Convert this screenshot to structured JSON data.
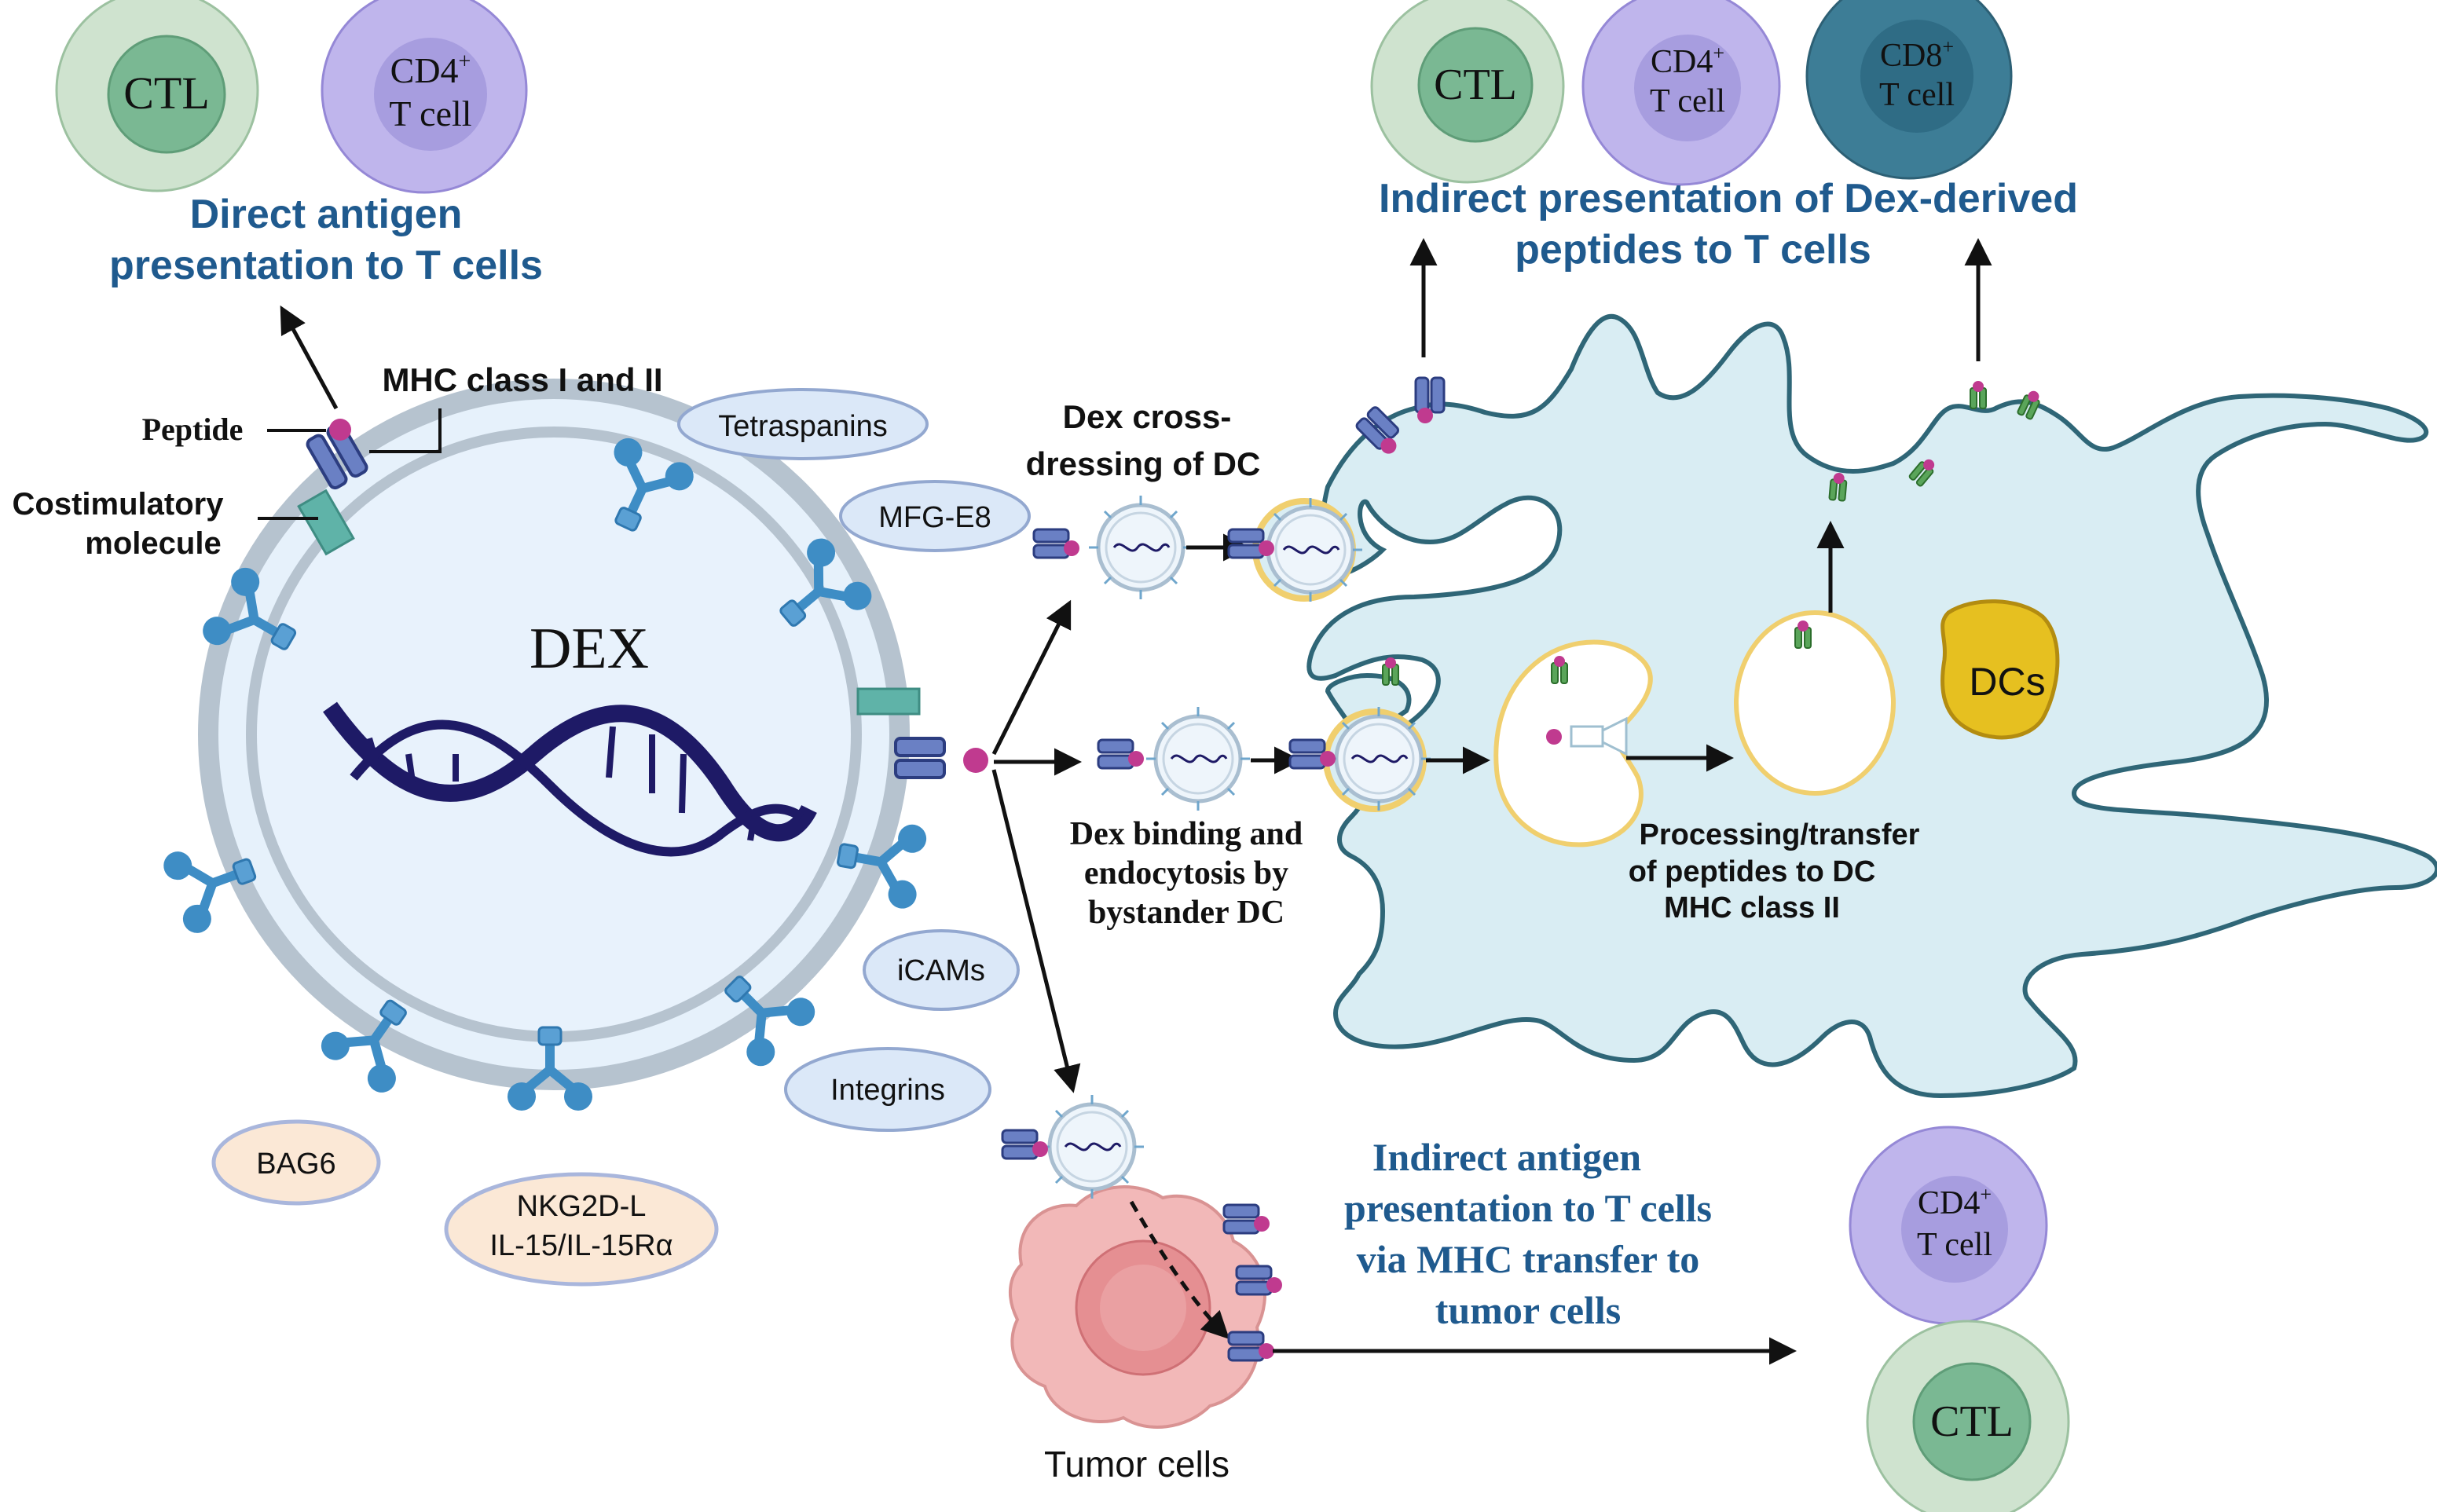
{
  "cells": {
    "ctl": "CTL",
    "cd4_main": "CD4",
    "cd8_main": "CD8",
    "sup": "+",
    "tcell": "T cell"
  },
  "exosome": {
    "label": "DEX",
    "peptide": "Peptide",
    "mhc": "MHC class I and II",
    "costim_1": "Costimulatory",
    "costim_2": "molecule",
    "molecules": {
      "tetraspanins": "Tetraspanins",
      "mfge8": "MFG-E8",
      "icams": "iCAMs",
      "integrins": "Integrins",
      "bag6": "BAG6",
      "nkg2d_1": "NKG2D-L",
      "nkg2d_2": "IL-15/IL-15Rα"
    }
  },
  "direct": {
    "line1": "Direct antigen",
    "line2": "presentation to T cells"
  },
  "indirect_dex": {
    "line1": "Indirect presentation of Dex-derived",
    "line2": "peptides to T cells"
  },
  "cross_dressing": {
    "line1": "Dex cross-",
    "line2": "dressing of DC"
  },
  "binding": {
    "line1": "Dex binding and",
    "line2": "endocytosis by",
    "line3": "bystander DC"
  },
  "processing": {
    "line1": "Processing/transfer",
    "line2": "of peptides to DC",
    "line3": "MHC class II"
  },
  "dc_label": "DCs",
  "tumor_presentation": {
    "line1": "Indirect antigen",
    "line2": "presentation to T cells",
    "line3": "via MHC transfer to",
    "line4": "tumor cells"
  },
  "tumor_label": "Tumor cells",
  "colors": {
    "blue_title": "#1f5a8e",
    "ctl_outer": "#cfe3cf",
    "ctl_inner": "#7ab893",
    "cd4_outer": "#bfb5ec",
    "cd4_inner": "#a79ddf",
    "cd8_outer": "#3d7d96",
    "cd8_inner": "#2f6c85",
    "dc_fill": "#d9edf3",
    "dc_stroke": "#2f6677",
    "dex_fill": "#e6f1fb",
    "dex_ring": "#b6c3cf",
    "rna": "#1e1a66",
    "receptor": "#3e8dc5",
    "magenta": "#c03a8f",
    "nucleus": "#e6c020",
    "vesicle_stroke": "#f0cf6e",
    "pill_blue": "#dbe8f8",
    "pill_peach": "#fbe8d6",
    "tumor": "#f2b8b8",
    "mhc_green": "#5aa55a"
  }
}
